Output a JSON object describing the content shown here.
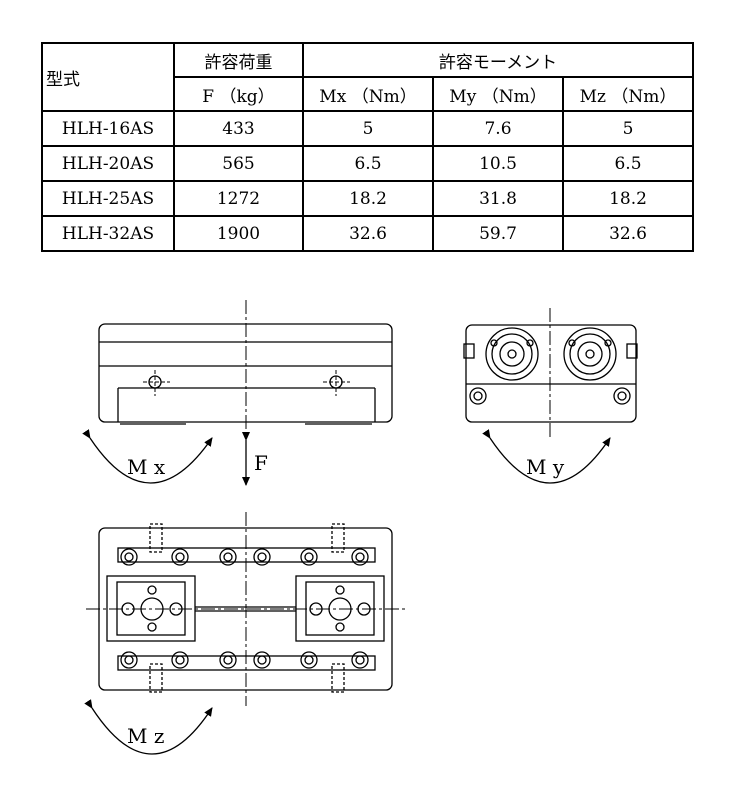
{
  "table": {
    "model_header": "型式",
    "load_header": "許容荷重",
    "moment_header": "許容モーメント",
    "subheaders": [
      "F （kg）",
      "Mx （Nm）",
      "My （Nm）",
      "Mz （Nm）"
    ],
    "rows": [
      {
        "model": "HLH-16AS",
        "f": "433",
        "mx": "5",
        "my": "7.6",
        "mz": "5"
      },
      {
        "model": "HLH-20AS",
        "f": "565",
        "mx": "6.5",
        "my": "10.5",
        "mz": "6.5"
      },
      {
        "model": "HLH-25AS",
        "f": "1272",
        "mx": "18.2",
        "my": "31.8",
        "mz": "18.2"
      },
      {
        "model": "HLH-32AS",
        "f": "1900",
        "mx": "32.6",
        "my": "59.7",
        "mz": "32.6"
      }
    ]
  },
  "diagram": {
    "mx_label": "M x",
    "f_label": "F",
    "my_label": "M y",
    "mz_label": "M z"
  }
}
